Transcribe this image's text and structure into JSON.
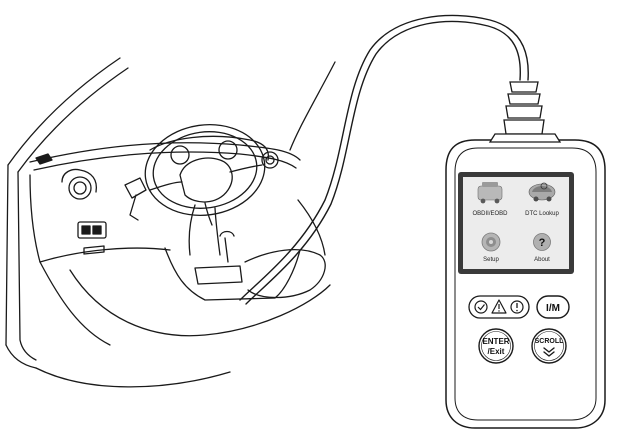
{
  "screen": {
    "menu_items": [
      {
        "label": "OBDII/EOBD",
        "icon": "car-engine-icon"
      },
      {
        "label": "DTC Lookup",
        "icon": "car-search-icon"
      },
      {
        "label": "Setup",
        "icon": "gear-icon"
      },
      {
        "label": "About",
        "icon": "question-icon"
      }
    ]
  },
  "keypad": {
    "status_icons": [
      "check-circle-icon",
      "warning-triangle-icon",
      "exclamation-circle-icon"
    ],
    "im_label": "I/M",
    "enter_line1": "ENTER",
    "enter_line2": "/Exit",
    "scroll_label": "SCROLL",
    "scroll_icon": "chevron-double-down-icon"
  },
  "colors": {
    "screen_bg": "#ececec",
    "screen_frame": "#3a3a3a",
    "line": "#1a1a1a"
  }
}
